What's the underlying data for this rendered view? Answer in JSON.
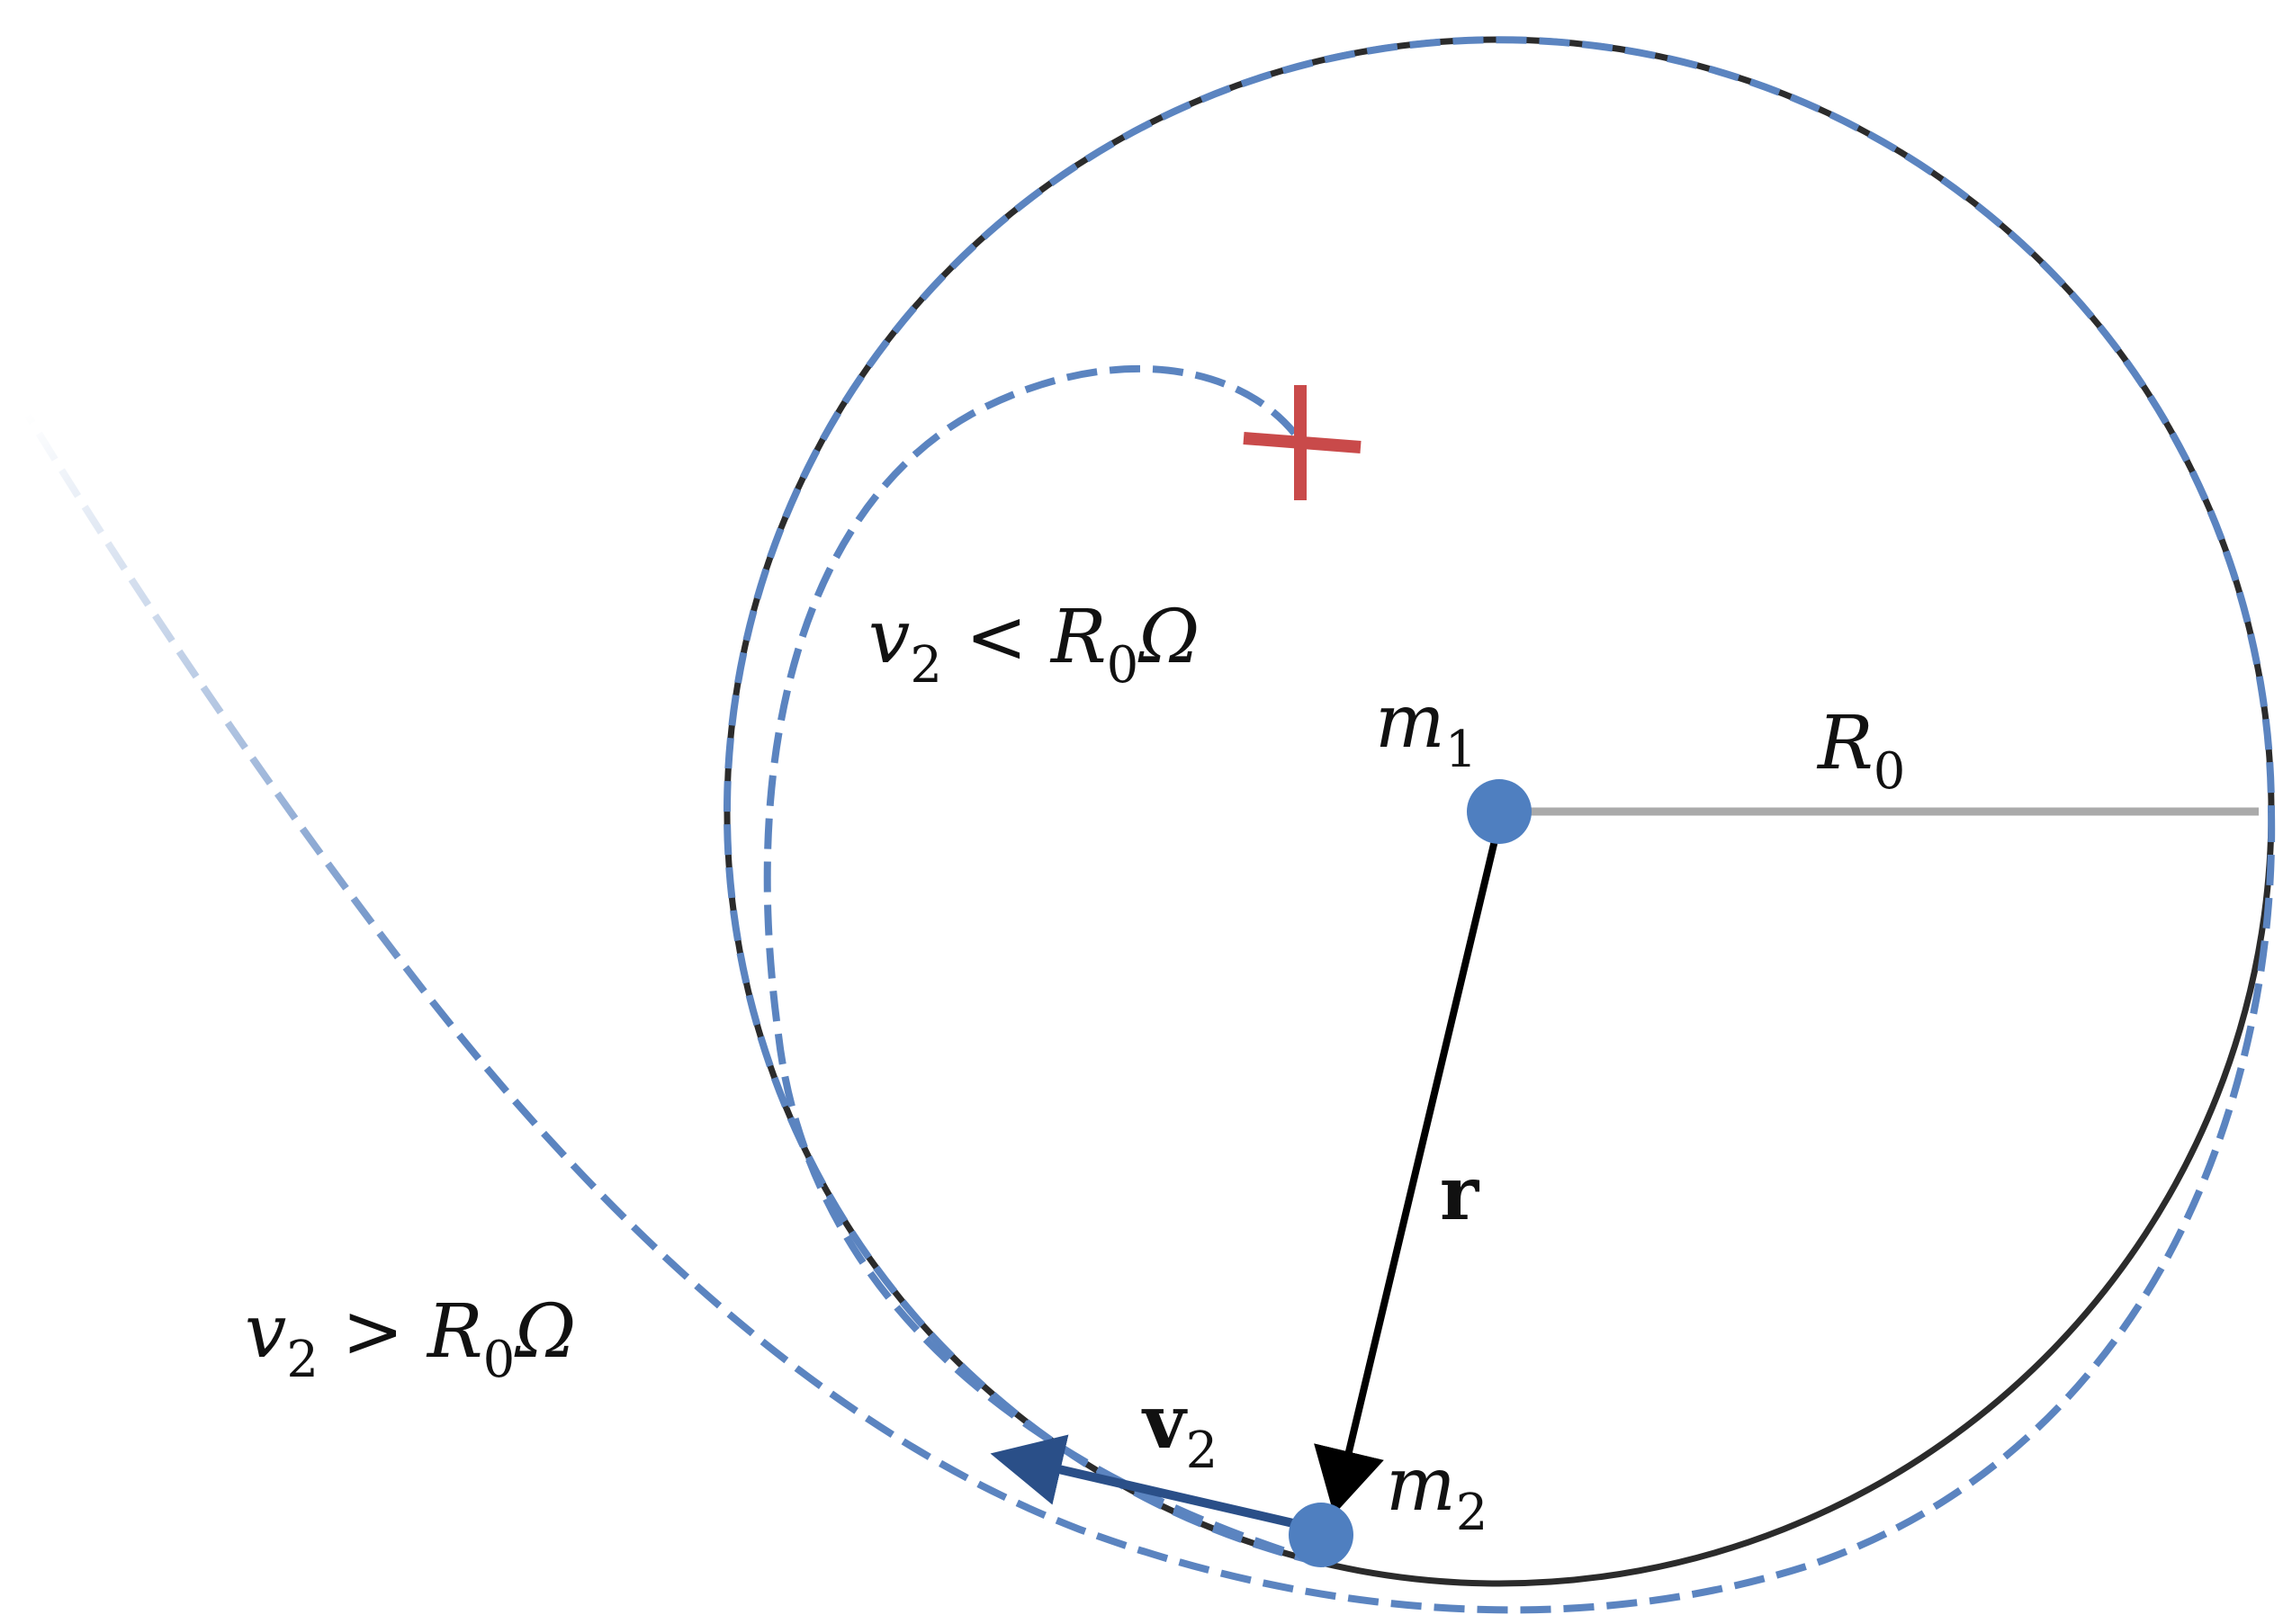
{
  "diagram": {
    "labels": {
      "m1": {
        "base": "m",
        "sub": "1"
      },
      "m2": {
        "base": "m",
        "sub": "2"
      },
      "R0": {
        "base": "R",
        "sub": "0"
      },
      "r": {
        "base": "r"
      },
      "v2_vec": {
        "base": "v",
        "sub": "2"
      },
      "v2_less": {
        "lhs_base": "v",
        "lhs_sub": "2",
        "op": "<",
        "rhs_base": "R",
        "rhs_sub": "0",
        "rhs_tail": "Ω"
      },
      "v2_greater": {
        "lhs_base": "v",
        "lhs_sub": "2",
        "op": ">",
        "rhs_base": "R",
        "rhs_sub": "0",
        "rhs_tail": "Ω"
      }
    },
    "colors": {
      "orbit_circle": "#2b2b2b",
      "dashed_paths": "#5b84c0",
      "mass_points": "#4f7fc0",
      "velocity_arrow": "#2a4f88",
      "radius_line": "#aaaaaa",
      "position_vector": "#000000",
      "marker_cross": "#c94a4a"
    }
  }
}
